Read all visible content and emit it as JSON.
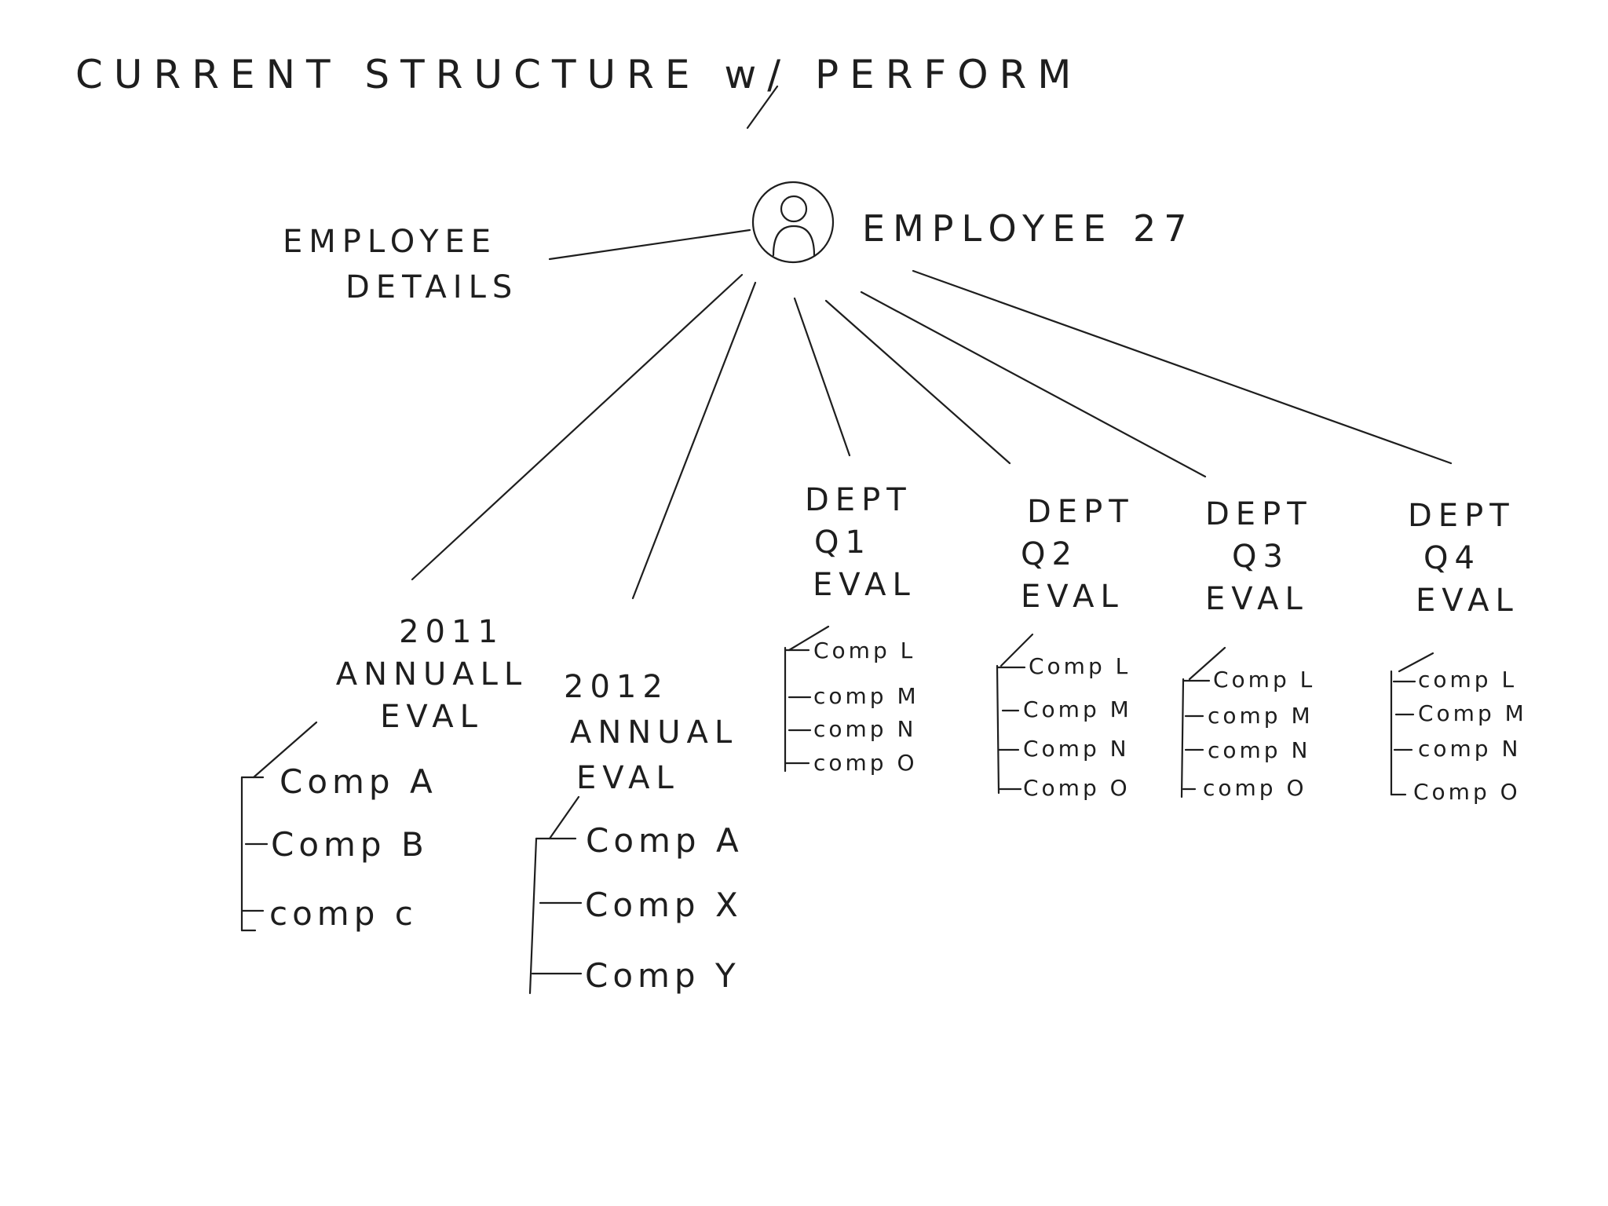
{
  "title": "CURRENT STRUCTURE w/ PERFORM",
  "root": {
    "label": "EMPLOYEE 27",
    "icon": "person-icon"
  },
  "details": {
    "line1": "EMPLOYEE",
    "line2": "DETAILS"
  },
  "annual_evals": [
    {
      "line1": "2011",
      "line2": "ANNUALL",
      "line3": "EVAL",
      "comps": [
        "Comp A",
        "Comp B",
        "comp c"
      ]
    },
    {
      "line1": "2012",
      "line2": "ANNUAL",
      "line3": "EVAL",
      "comps": [
        "Comp A",
        "Comp X",
        "Comp Y"
      ]
    }
  ],
  "dept_evals": [
    {
      "line1": "DEPT",
      "line2": "Q1",
      "line3": "EVAL",
      "comps": [
        "Comp L",
        "comp M",
        "comp N",
        "comp O"
      ]
    },
    {
      "line1": "DEPT",
      "line2": "Q2",
      "line3": "EVAL",
      "comps": [
        "Comp L",
        "Comp M",
        "Comp N",
        "Comp O"
      ]
    },
    {
      "line1": "DEPT",
      "line2": "Q3",
      "line3": "EVAL",
      "comps": [
        "Comp L",
        "comp M",
        "comp N",
        "comp O"
      ]
    },
    {
      "line1": "DEPT",
      "line2": "Q4",
      "line3": "EVAL",
      "comps": [
        "comp L",
        "Comp M",
        "comp N",
        "Comp O"
      ]
    }
  ]
}
